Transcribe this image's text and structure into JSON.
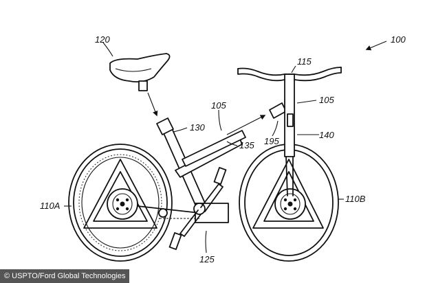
{
  "labels": {
    "l100": "100",
    "l115": "115",
    "l120": "120",
    "l105a": "105",
    "l105b": "105",
    "l130": "130",
    "l135": "135",
    "l195": "195",
    "l140": "140",
    "l110A": "110A",
    "l110B": "110B",
    "l125": "125"
  },
  "credit": "© USPTO/Ford Global Technologies"
}
